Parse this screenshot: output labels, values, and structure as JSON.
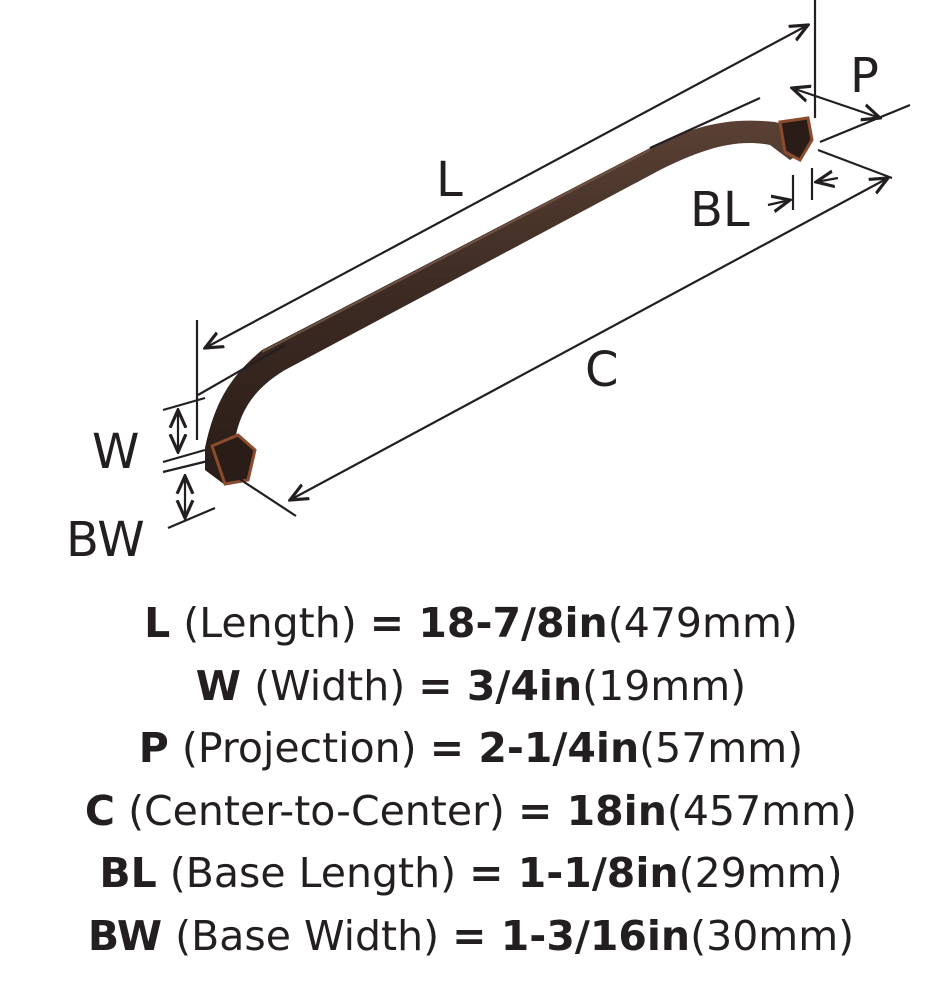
{
  "diagram": {
    "title": "Cabinet pull dimension diagram",
    "labels": {
      "L": "L",
      "C": "C",
      "P": "P",
      "BL": "BL",
      "W": "W",
      "BW": "BW"
    },
    "colors": {
      "finish": "#3b2a22",
      "highlight": "#8c4b2c",
      "line": "#231f20"
    }
  },
  "specs": [
    {
      "label": "L",
      "desc": "(Length)",
      "value": "= 18-7/8in",
      "metric": "(479mm)"
    },
    {
      "label": "W",
      "desc": "(Width)",
      "value": "= 3/4in",
      "metric": "(19mm)"
    },
    {
      "label": "P",
      "desc": "(Projection)",
      "value": "= 2-1/4in",
      "metric": "(57mm)"
    },
    {
      "label": "C",
      "desc": "(Center-to-Center)",
      "value": "= 18in",
      "metric": "(457mm)"
    },
    {
      "label": "BL",
      "desc": "(Base Length)",
      "value": "= 1-1/8in",
      "metric": "(29mm)"
    },
    {
      "label": "BW",
      "desc": "(Base Width)",
      "value": "= 1-3/16in",
      "metric": "(30mm)"
    }
  ]
}
